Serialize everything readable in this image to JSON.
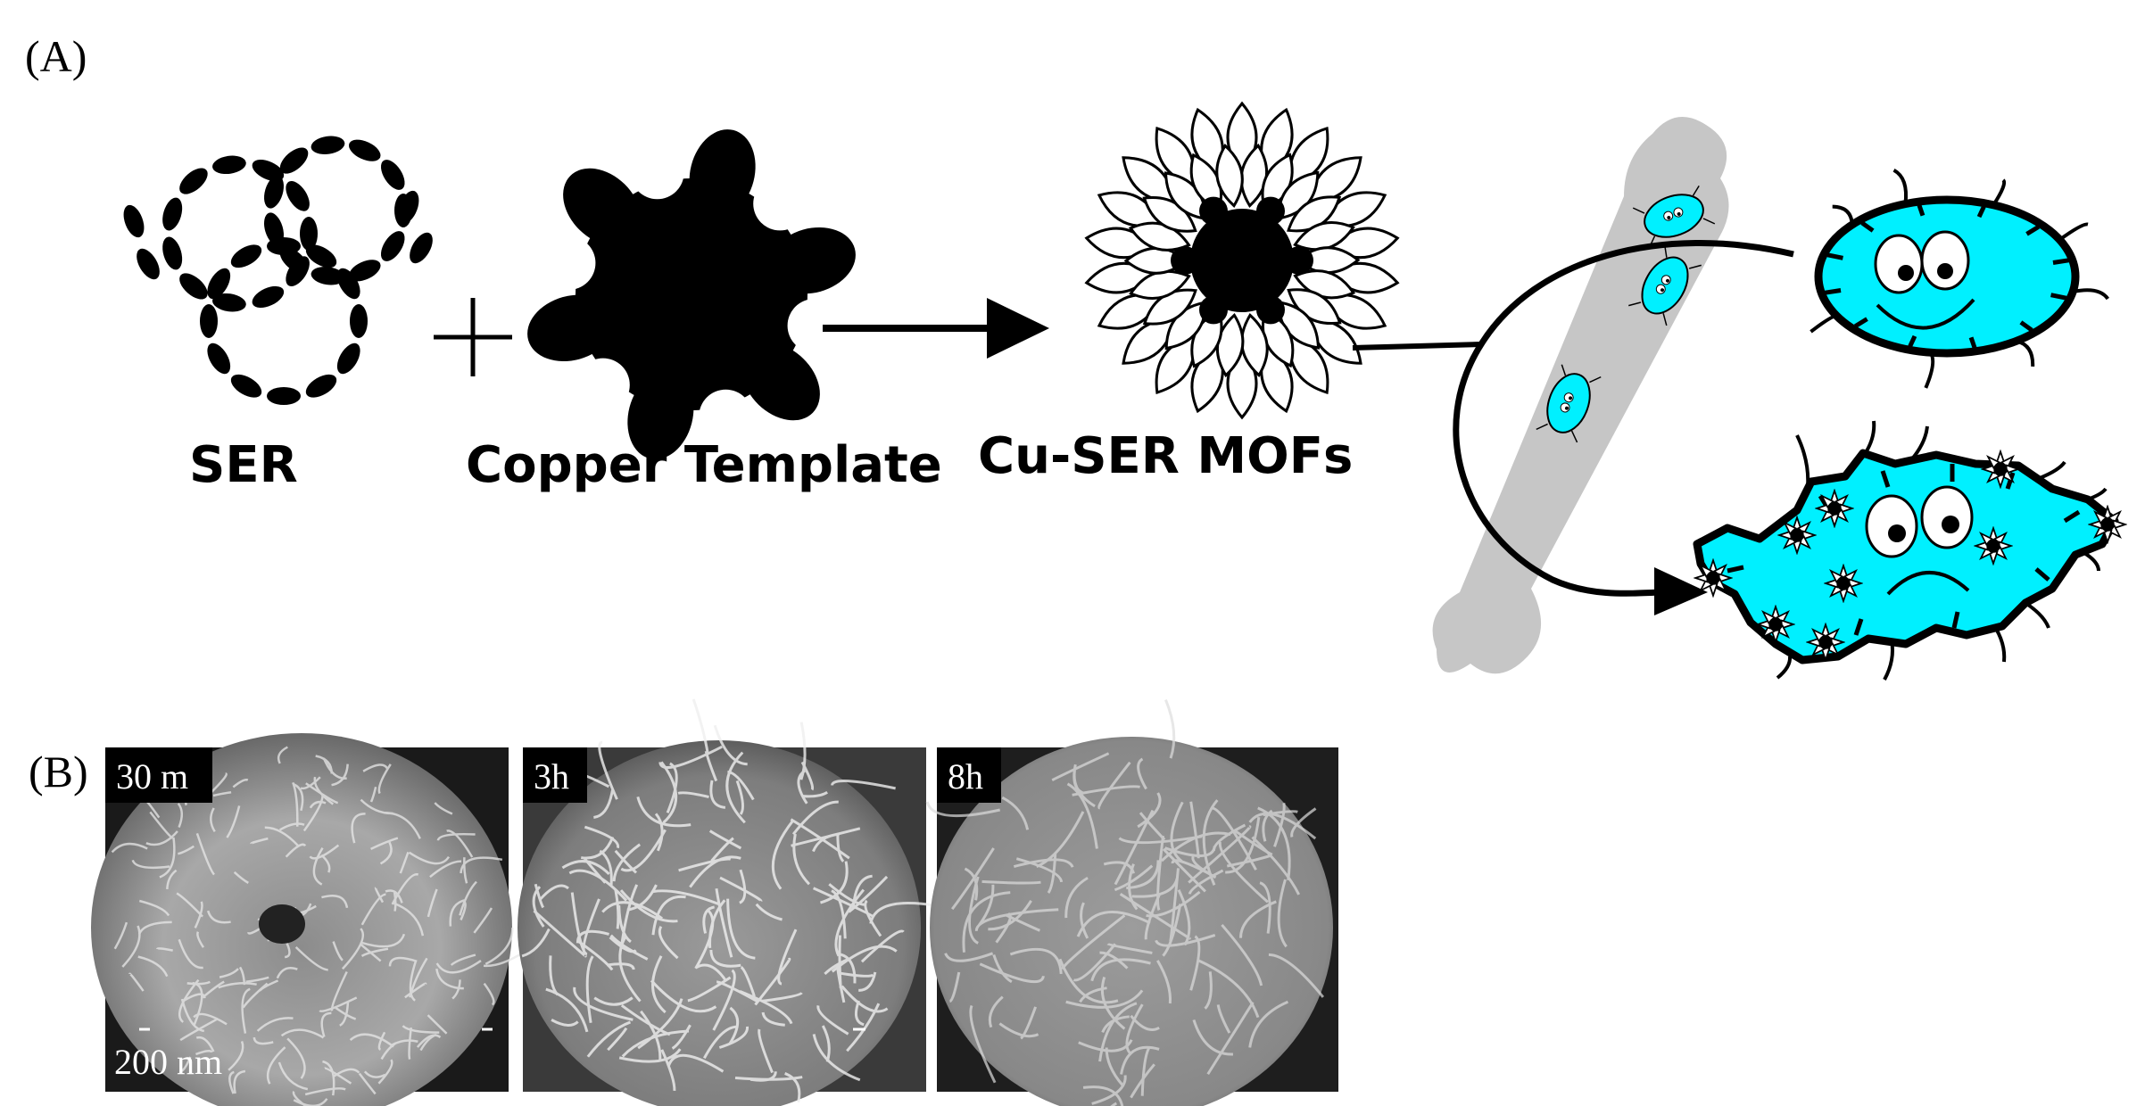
{
  "panel_a": {
    "letter": "(A)",
    "labels": {
      "ser": "SER",
      "copper": "Copper Template",
      "mof": "Cu-SER MOFs"
    },
    "plus": "+"
  },
  "panel_b": {
    "letter": "(B)",
    "images": [
      {
        "time": "30 m"
      },
      {
        "time": "3h"
      },
      {
        "time": "8h"
      }
    ],
    "scale_bar": "200 nm"
  },
  "colors": {
    "bacteria": "#00f0ff",
    "bone": "#c8c8c8",
    "ink": "#000000"
  }
}
